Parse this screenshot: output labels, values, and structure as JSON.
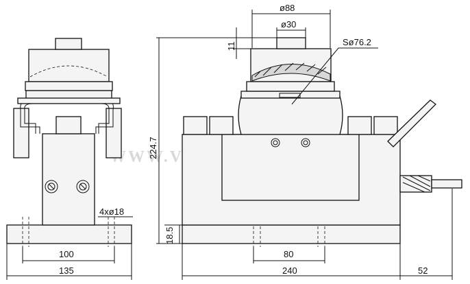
{
  "watermark": "WWW.VESY.KZ",
  "dimensions": {
    "d88": "ø88",
    "d30": "ø30",
    "h11": "11",
    "s76": "Sø76.2",
    "h224": "224.7",
    "holes": "4xø18",
    "h18": "18.5",
    "w100": "100",
    "w135": "135",
    "w80": "80",
    "w240": "240",
    "w52": "52"
  }
}
